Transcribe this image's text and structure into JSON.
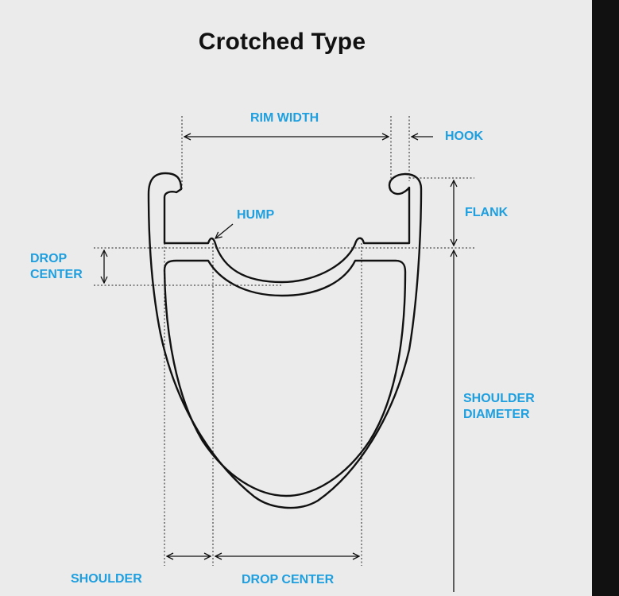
{
  "title": "Crotched Type",
  "labels": {
    "rim_width": "RIM WIDTH",
    "hook": "HOOK",
    "flank": "FLANK",
    "hump": "HUMP",
    "drop_center_side_line1": "DROP",
    "drop_center_side_line2": "CENTER",
    "shoulder_diameter_line1": "SHOULDER",
    "shoulder_diameter_line2": "DIAMETER",
    "shoulder": "SHOULDER",
    "drop_center_bottom": "DROP CENTER"
  },
  "colors": {
    "background": "#ebebeb",
    "label": "#1d9fe0",
    "line": "#111111",
    "side_bar": "#111111"
  }
}
